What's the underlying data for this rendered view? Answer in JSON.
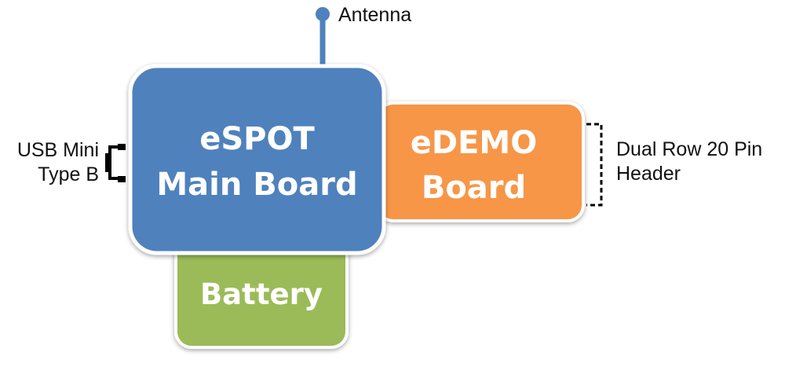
{
  "labels": {
    "antenna": "Antenna",
    "usb_line1": "USB Mini",
    "usb_line2": "Type B",
    "header_line1": "Dual Row 20 Pin",
    "header_line2": "Header"
  },
  "blocks": {
    "espot": {
      "line1": "eSPOT",
      "line2": "Main Board",
      "color": "#4f81bd"
    },
    "edemo": {
      "line1": "eDEMO",
      "line2": "Board",
      "color": "#f79646"
    },
    "battery": {
      "label": "Battery",
      "color": "#9bbb59"
    }
  },
  "colors": {
    "antenna": "#4f81bd",
    "connector": "#000000"
  }
}
